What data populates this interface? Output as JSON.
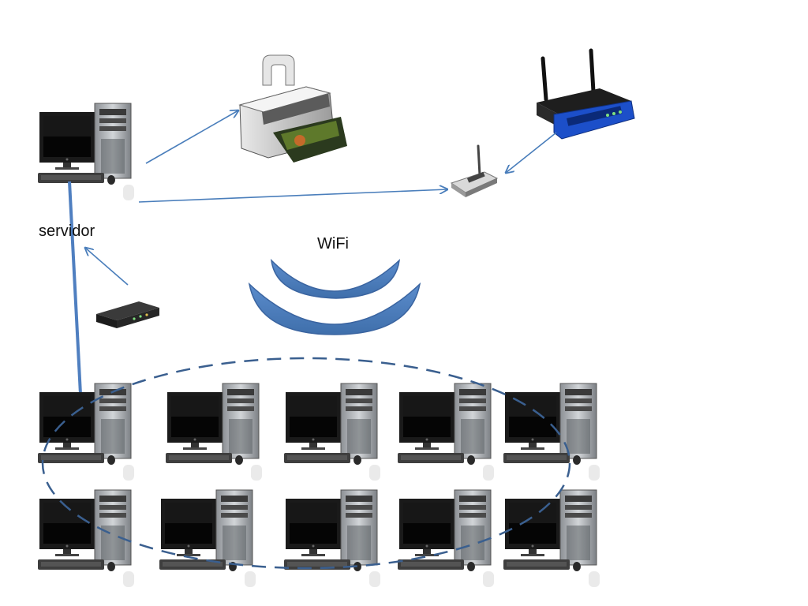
{
  "labels": {
    "server": "servidor",
    "wifi": "WiFi"
  },
  "icons": {
    "server": "desktop-computer-icon",
    "printer": "inkjet-printer-icon",
    "router": "wireless-router-icon",
    "access_point": "wifi-access-point-icon",
    "modem": "modem-icon",
    "workstation": "desktop-computer-icon",
    "wifi_waves": "wifi-waves-icon"
  },
  "colors": {
    "arrow": "#4a7ebb",
    "thick_arrow": "#4f7fc0",
    "dashed_ellipse": "#3a5f8f",
    "wifi_wave": "#4f81bd",
    "monitor_body": "#1a1a1a",
    "tower": "#b9bdc2",
    "router_blue": "#1c4fc9"
  },
  "workstation_grid": {
    "rows": 2,
    "columns": 5
  }
}
